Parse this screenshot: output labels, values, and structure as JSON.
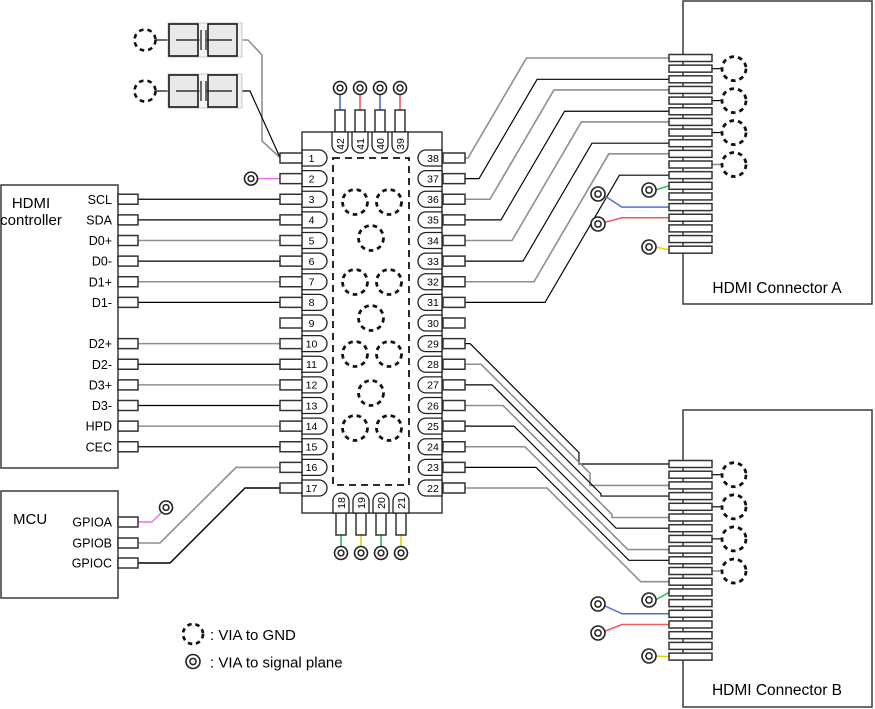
{
  "legend": [
    {
      "symbol": "gnd-via",
      "label": ": VIA to GND"
    },
    {
      "symbol": "signal-via",
      "label": ": VIA to signal plane"
    }
  ],
  "hdmi_controller": {
    "title_lines": [
      "HDMI",
      "controller"
    ],
    "pins": [
      {
        "name": "SCL",
        "ic_pin": 3,
        "color": "black"
      },
      {
        "name": "SDA",
        "ic_pin": 4,
        "color": "black"
      },
      {
        "name": "D0+",
        "ic_pin": 5,
        "color": "gray"
      },
      {
        "name": "D0-",
        "ic_pin": 6,
        "color": "black"
      },
      {
        "name": "D1+",
        "ic_pin": 7,
        "color": "gray"
      },
      {
        "name": "D1-",
        "ic_pin": 8,
        "color": "black"
      },
      {
        "name": "D2+",
        "ic_pin": 10,
        "color": "gray"
      },
      {
        "name": "D2-",
        "ic_pin": 11,
        "color": "black"
      },
      {
        "name": "D3+",
        "ic_pin": 12,
        "color": "gray"
      },
      {
        "name": "D3-",
        "ic_pin": 13,
        "color": "black"
      },
      {
        "name": "HPD",
        "ic_pin": 14,
        "color": "gray"
      },
      {
        "name": "CEC",
        "ic_pin": 15,
        "color": "black"
      }
    ]
  },
  "mcu": {
    "title": "MCU",
    "pins": [
      {
        "name": "GPIOA",
        "color": "magenta"
      },
      {
        "name": "GPIOB",
        "color": "gray"
      },
      {
        "name": "GPIOC",
        "color": "black"
      }
    ]
  },
  "ic": {
    "left_pin_numbers": [
      1,
      2,
      3,
      4,
      5,
      6,
      7,
      8,
      9,
      10,
      11,
      12,
      13,
      14,
      15,
      16,
      17
    ],
    "right_pin_numbers": [
      38,
      37,
      36,
      35,
      34,
      33,
      32,
      31,
      30,
      29,
      28,
      27,
      26,
      25,
      24,
      23,
      22
    ],
    "top_pins": [
      {
        "num": 42,
        "color": "blue"
      },
      {
        "num": 41,
        "color": "red"
      },
      {
        "num": 40,
        "color": "blue"
      },
      {
        "num": 39,
        "color": "red"
      }
    ],
    "bottom_pins": [
      {
        "num": 18,
        "color": "green"
      },
      {
        "num": 19,
        "color": "yellow"
      },
      {
        "num": 20,
        "color": "green"
      },
      {
        "num": 21,
        "color": "yellow"
      }
    ]
  },
  "connector_a": {
    "label": "HDMI Connector A",
    "pin_count": 19,
    "gnd_via_rows": [
      2,
      5,
      8,
      11
    ],
    "colored_rows": {
      "green": 13,
      "blue": 15,
      "red": 16,
      "yellow": 19
    },
    "signal_rows": [
      1,
      3,
      4,
      6,
      7,
      9,
      10,
      12
    ],
    "source_pins": [
      38,
      37,
      36,
      35,
      34,
      33,
      32,
      31
    ]
  },
  "connector_b": {
    "label": "HDMI Connector B",
    "pin_count": 19,
    "gnd_via_rows": [
      2,
      5,
      8,
      11
    ],
    "colored_rows": {
      "green": 13,
      "blue": 15,
      "red": 16,
      "yellow": 19
    },
    "signal_rows": [
      1,
      3,
      4,
      6,
      7,
      9,
      10,
      12
    ],
    "source_pins": [
      29,
      28,
      27,
      26,
      25,
      24,
      23,
      22
    ]
  },
  "capacitors": {
    "count": 2
  },
  "colors": {
    "black": "#000000",
    "gray": "#8f8f8f",
    "blue": "#4e6fdb",
    "red": "#f05a5a",
    "green": "#2eb85c",
    "yellow": "#e3d400",
    "magenta": "#ea6fe8"
  }
}
